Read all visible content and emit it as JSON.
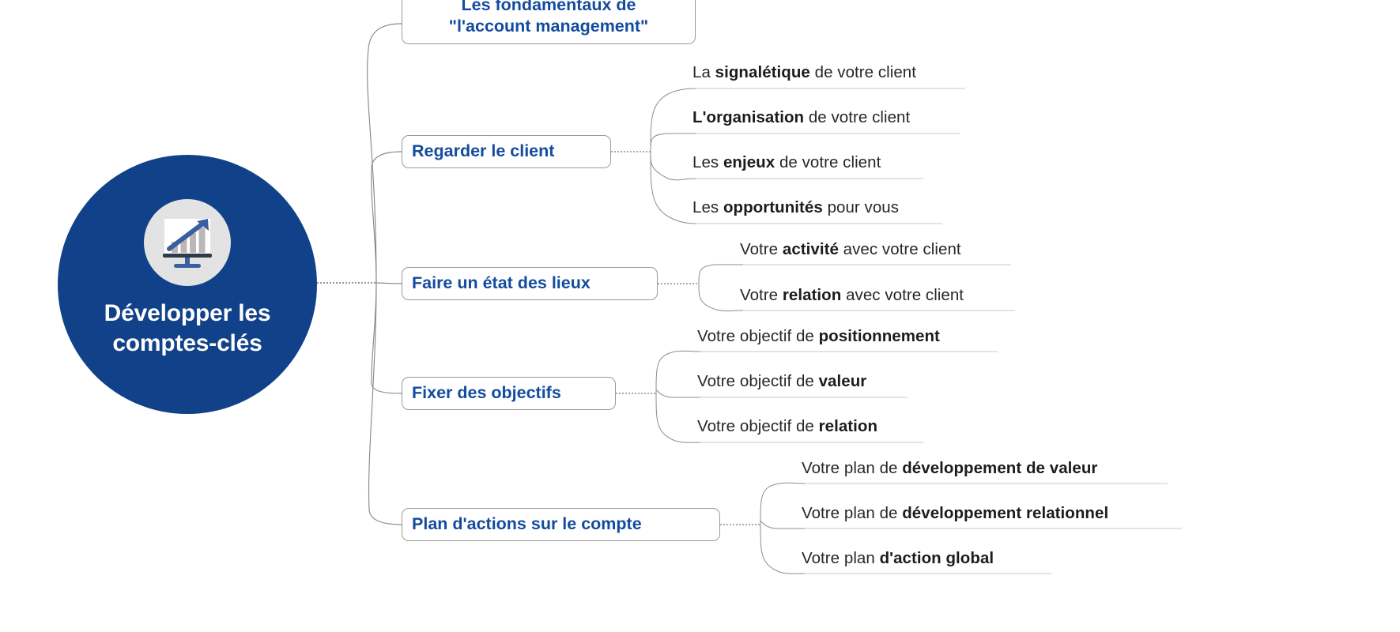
{
  "diagram": {
    "type": "mind-map",
    "title": "Développer les comptes-clés",
    "colors": {
      "root_fill": "#104189",
      "root_text": "#ffffff",
      "root_icon_disc": "#e3e3e3",
      "branch_text": "#134b9e",
      "branch_border": "#9a9a9a",
      "leaf_text": "#27272a",
      "connector": "#8a8a8a",
      "background": "#ffffff"
    },
    "root": {
      "label_line1": "Développer les",
      "label_line2": "comptes-clés",
      "icon": "growth-chart-monitor-icon"
    },
    "branches": [
      {
        "id": "fondamentaux",
        "label_line1": "Les fondamentaux de",
        "label_line2": "\"l'account management\"",
        "children": []
      },
      {
        "id": "regarder-le-client",
        "label": "Regarder le client",
        "children": [
          {
            "pre": "La ",
            "strong": "signalétique",
            "post": " de votre client"
          },
          {
            "pre": "",
            "strong": "L'organisation",
            "post": " de votre client"
          },
          {
            "pre": "Les ",
            "strong": "enjeux",
            "post": " de votre client"
          },
          {
            "pre": "Les ",
            "strong": "opportunités",
            "post": " pour vous"
          }
        ]
      },
      {
        "id": "etat-des-lieux",
        "label": "Faire un état des lieux",
        "children": [
          {
            "pre": "Votre ",
            "strong": "activité",
            "post": " avec votre client"
          },
          {
            "pre": "Votre ",
            "strong": "relation",
            "post": " avec votre client"
          }
        ]
      },
      {
        "id": "fixer-des-objectifs",
        "label": "Fixer des objectifs",
        "children": [
          {
            "pre": "Votre objectif de ",
            "strong": "positionnement",
            "post": ""
          },
          {
            "pre": "Votre objectif de ",
            "strong": "valeur",
            "post": ""
          },
          {
            "pre": "Votre objectif de ",
            "strong": "relation",
            "post": ""
          }
        ]
      },
      {
        "id": "plan-actions",
        "label": "Plan d'actions sur le compte",
        "children": [
          {
            "pre": "Votre plan de ",
            "strong": "développement de valeur",
            "post": ""
          },
          {
            "pre": "Votre plan de ",
            "strong": "développement relationnel",
            "post": ""
          },
          {
            "pre": "Votre plan ",
            "strong": "d'action global",
            "post": ""
          }
        ]
      }
    ]
  }
}
